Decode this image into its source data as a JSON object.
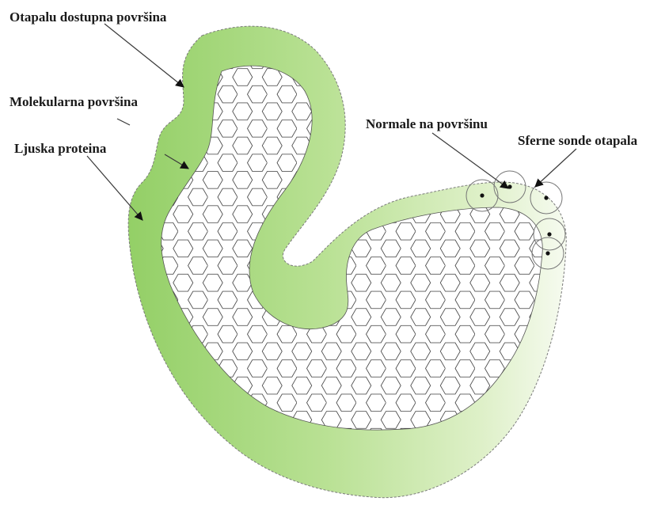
{
  "labels": {
    "accessible_surface": "Otapalu dostupna površina",
    "molecular_surface": "Molekularna površina",
    "protein_shell": "Ljuska proteina",
    "surface_normals": "Normale na površinu",
    "solvent_probes": "Sferne sonde otapala"
  },
  "colors": {
    "shell_dark": "#9bd36f",
    "shell_light": "#f4f9ec",
    "hex_line": "#3c3c3c",
    "arrow": "#111111"
  },
  "icons": {
    "pointer": "arrowhead",
    "probe": "circle-with-center-dot"
  }
}
